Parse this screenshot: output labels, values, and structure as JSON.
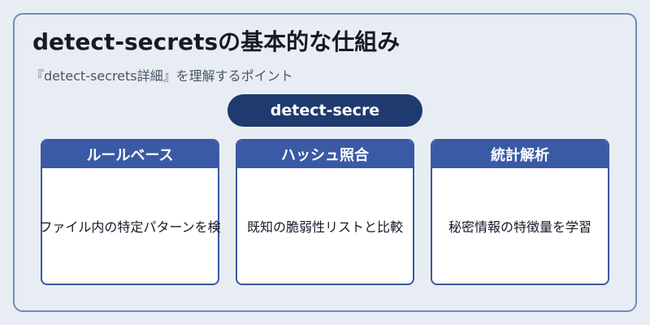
{
  "title": "detect-secretsの基本的な仕組み",
  "subtitle": "『detect-secrets詳細』を理解するポイント",
  "central_node": "detect-secre",
  "cards": [
    {
      "header": "ルールベース",
      "body": "ファイル内の特定パターンを検"
    },
    {
      "header": "ハッシュ照合",
      "body": "既知の脆弱性リストと比較"
    },
    {
      "header": "統計解析",
      "body": "秘密情報の特徴量を学習"
    }
  ],
  "colors": {
    "background": "#e8edf3",
    "frame_border": "#6f8bbf",
    "central_node": "#1f3a6e",
    "card_header": "#3a5aa5",
    "card_border": "#3b5aa0"
  }
}
